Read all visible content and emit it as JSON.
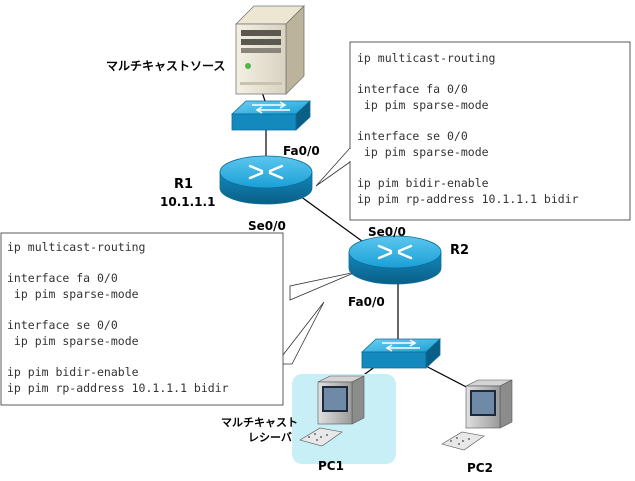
{
  "diagram": {
    "server_label": "マルチキャストソース",
    "r1": {
      "name": "R1",
      "address": "10.1.1.1",
      "fa_port": "Fa0/0",
      "se_port": "Se0/0"
    },
    "r2": {
      "name": "R2",
      "se_port": "Se0/0",
      "fa_port": "Fa0/0"
    },
    "receiver_label_line1": "マルチキャスト",
    "receiver_label_line2": "レシーバ",
    "pc1_label": "PC1",
    "pc2_label": "PC2",
    "r1_config": [
      "ip multicast-routing",
      "",
      "interface fa 0/0",
      " ip pim sparse-mode",
      "",
      "interface se 0/0",
      " ip pim sparse-mode",
      "",
      "ip pim bidir-enable",
      "ip pim rp-address 10.1.1.1 bidir"
    ],
    "r2_config": [
      "ip multicast-routing",
      "",
      "interface fa 0/0",
      " ip pim sparse-mode",
      "",
      "interface se 0/0",
      " ip pim sparse-mode",
      "",
      "ip pim bidir-enable",
      "ip pim rp-address 10.1.1.1 bidir"
    ],
    "colors": {
      "device_blue": "#1a9fd6",
      "device_dark": "#0b6e9a",
      "highlight": "#c8eef6",
      "line": "#000000"
    }
  }
}
